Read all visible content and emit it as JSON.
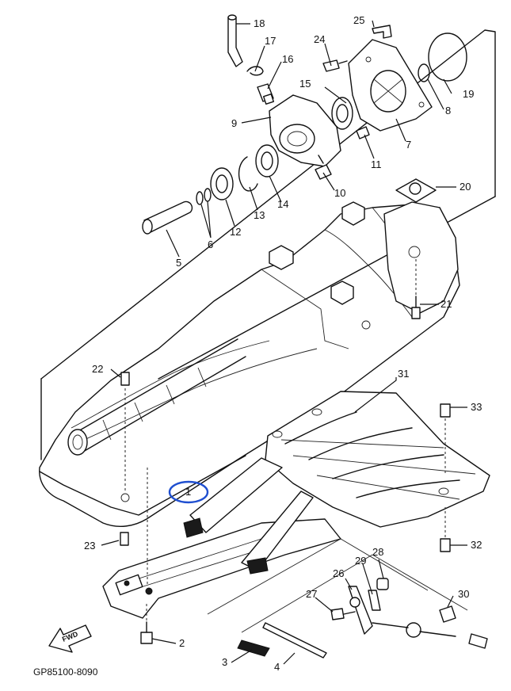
{
  "diagram": {
    "drawing_code": "GP85100-8090",
    "direction_label": "FWD",
    "highlight_color": "#1f4fd0",
    "highlighted_part": "1",
    "parts": [
      {
        "no": "1"
      },
      {
        "no": "2"
      },
      {
        "no": "3"
      },
      {
        "no": "4"
      },
      {
        "no": "5"
      },
      {
        "no": "6"
      },
      {
        "no": "7"
      },
      {
        "no": "8"
      },
      {
        "no": "9"
      },
      {
        "no": "10"
      },
      {
        "no": "11"
      },
      {
        "no": "12"
      },
      {
        "no": "13"
      },
      {
        "no": "14"
      },
      {
        "no": "15"
      },
      {
        "no": "16"
      },
      {
        "no": "17"
      },
      {
        "no": "18"
      },
      {
        "no": "19"
      },
      {
        "no": "20"
      },
      {
        "no": "21"
      },
      {
        "no": "22"
      },
      {
        "no": "23"
      },
      {
        "no": "24"
      },
      {
        "no": "25"
      },
      {
        "no": "26"
      },
      {
        "no": "27"
      },
      {
        "no": "28"
      },
      {
        "no": "29"
      },
      {
        "no": "30"
      },
      {
        "no": "31"
      },
      {
        "no": "32"
      },
      {
        "no": "33"
      }
    ]
  }
}
